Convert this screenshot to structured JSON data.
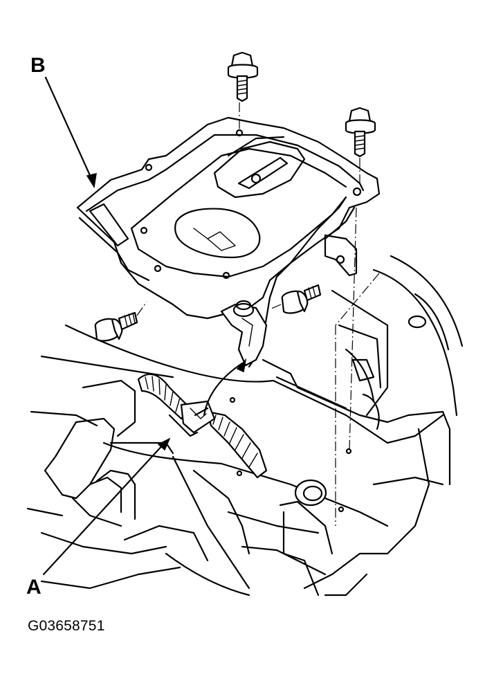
{
  "callouts": {
    "a": "A",
    "b": "B"
  },
  "figure_code": "G03658751",
  "colors": {
    "line": "#000000",
    "background": "#ffffff"
  }
}
